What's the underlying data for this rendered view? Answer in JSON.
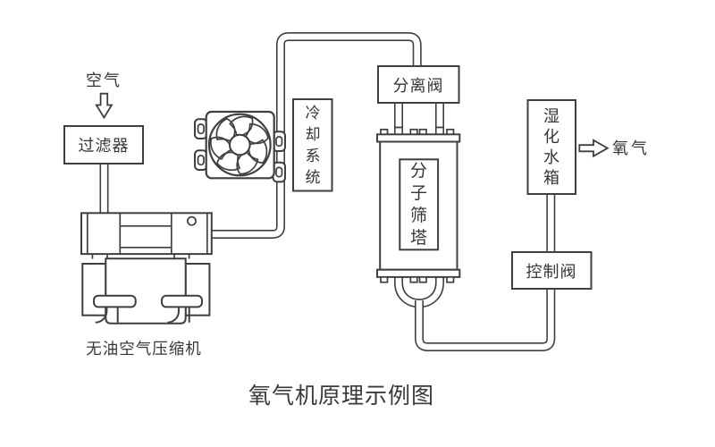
{
  "diagram": {
    "title": "氧气机原理示例图",
    "nodes": {
      "air_input": "空气",
      "filter": "过滤器",
      "compressor": "无油空气压缩机",
      "cooling_system": "冷却系统",
      "separation_valve": "分离阀",
      "molecular_sieve_tower": "分子筛塔",
      "humidifying_tank": "湿化水箱",
      "control_valve": "控制阀",
      "oxygen_output": "氧气"
    },
    "colors": {
      "line": "#3f3f3f",
      "text": "#363636",
      "background": "#ffffff"
    }
  }
}
